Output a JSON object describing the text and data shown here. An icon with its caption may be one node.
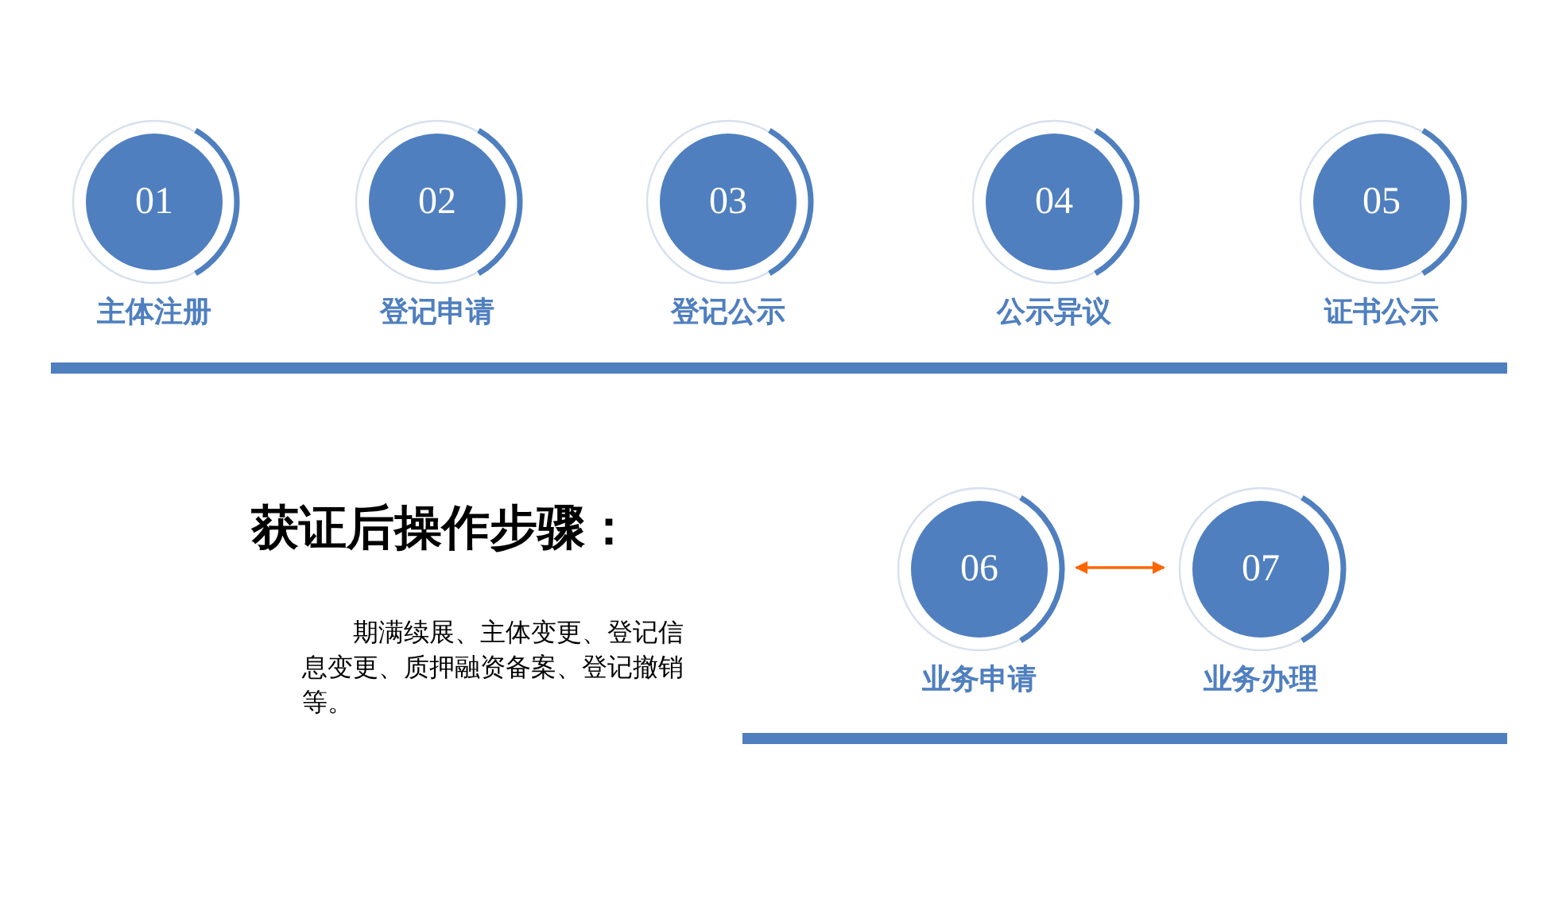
{
  "diagram": {
    "nodes": [
      {
        "text": [
          "01",
          "主体注册"
        ]
      },
      {
        "text": [
          "02",
          "登记申请"
        ]
      },
      {
        "text": [
          "03",
          "登记公示"
        ]
      },
      {
        "text": [
          "04",
          "公示异议"
        ]
      },
      {
        "text": [
          "05",
          "证书公示"
        ]
      },
      {
        "text": [
          "06",
          "业务申请"
        ]
      },
      {
        "text": [
          "07",
          "业务办理"
        ]
      }
    ],
    "edges": [
      {
        "from": 5,
        "to": 6,
        "arrow": "both",
        "color": "#ff6600"
      }
    ],
    "labels": [
      "获证后操作步骤：",
      "期满续展、主体变更、登记信息变更、质押融资备案、登记撤销等。"
    ]
  }
}
